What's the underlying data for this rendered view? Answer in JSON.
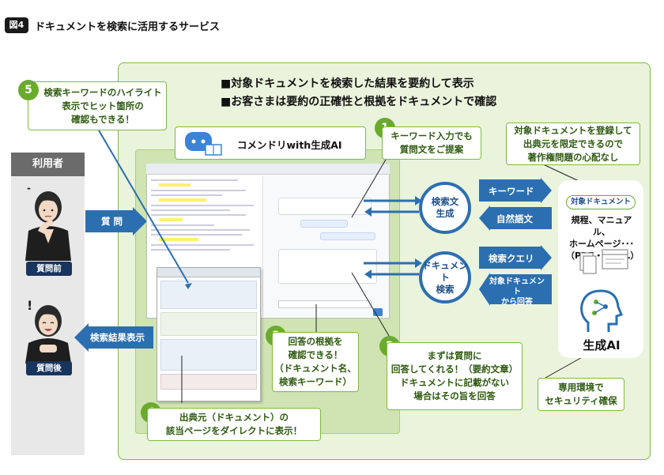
{
  "figure": {
    "badge": "図4",
    "title": "ドキュメントを検索に活用するサービス"
  },
  "headlines": [
    "■対象ドキュメントを検索した結果を要約して表示",
    "■お客さまは要約の正確性と根拠をドキュメントで確認"
  ],
  "product": {
    "name": "コメンドリwith生成AI"
  },
  "user": {
    "header": "利用者",
    "before_label": "質問前",
    "after_label": "質問後"
  },
  "arrows": {
    "question": "質 問",
    "results": "検索結果表示",
    "keyword": "キーワード",
    "natural": "自然語文",
    "query": "検索クエリ",
    "doc_answer": "対象ドキュメント\nから回答"
  },
  "services": {
    "search_gen": "検索文\n生成",
    "doc_search": "ドキュメント\n検索"
  },
  "store": {
    "badge": "対象ドキュメント",
    "docs": "規程、マニュアル、\nホームページ･･･\n（PDF・HTML）",
    "ai_label": "生成AI"
  },
  "callouts": {
    "c1": {
      "num": "1",
      "text": "キーワード入力でも\n質問文をご提案"
    },
    "c2": {
      "num": "2",
      "text": "まずは質問に\n回答してくれる！（要約文章）\nドキュメントに記載がない\n場合はその旨を回答"
    },
    "c3": {
      "num": "3",
      "text": "回答の根拠を\n確認できる！\n（ドキュメント名、\n検索キーワード）"
    },
    "c4": {
      "num": "4",
      "text": "出典元（ドキュメント）の\n該当ページをダイレクトに表示！"
    },
    "c5": {
      "num": "5",
      "text": "検索キーワードのハイライト\n表示でヒット箇所の\n確認もできる！"
    },
    "top_right": "対象ドキュメントを登録して\n出典元を限定できるので\n著作権問題の心配なし",
    "bottom_right": "専用環境で\nセキュリティ確保"
  },
  "colors": {
    "green_border": "#7dbb3f",
    "green_fill": "#eaf3dc",
    "blue_arrow": "#2c6fb0",
    "navy": "#17355e",
    "num_green": "#6aab2e"
  }
}
